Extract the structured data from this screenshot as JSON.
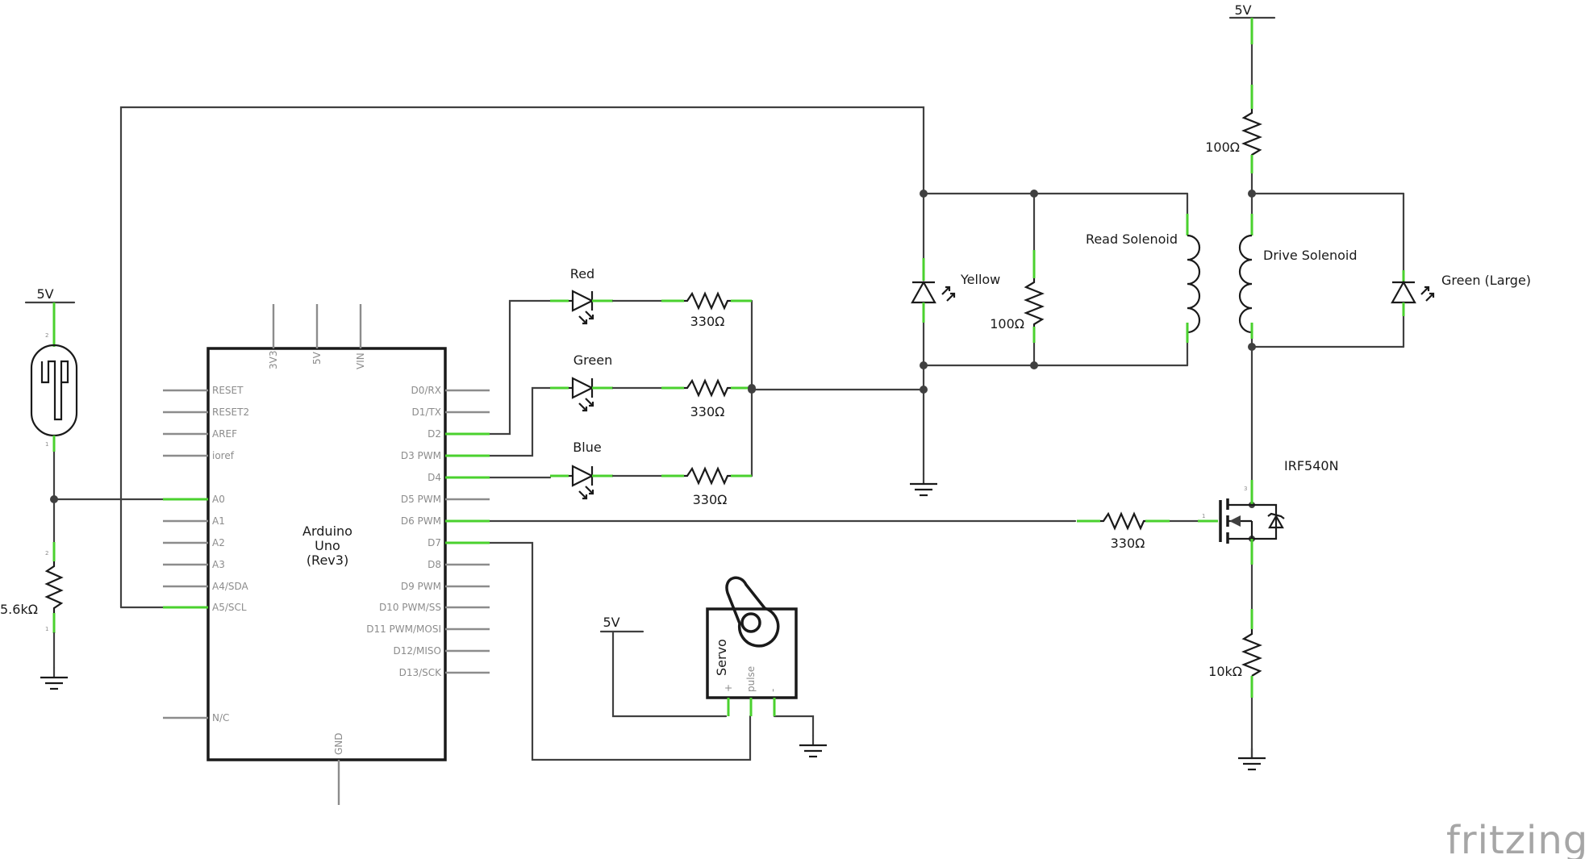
{
  "supply_5v": "5V",
  "arduino": {
    "name_lines": [
      "Arduino",
      "Uno",
      "(Rev3)"
    ],
    "top_pins": [
      "3V3",
      "5V",
      "VIN"
    ],
    "bottom_pin": "GND",
    "left_pins": [
      "RESET",
      "RESET2",
      "AREF",
      "ioref",
      "A0",
      "A1",
      "A2",
      "A3",
      "A4/SDA",
      "A5/SCL",
      "N/C"
    ],
    "right_pins": [
      "D0/RX",
      "D1/TX",
      "D2",
      "D3 PWM",
      "D4",
      "D5 PWM",
      "D6 PWM",
      "D7",
      "D8",
      "D9 PWM",
      "D10 PWM/SS",
      "D11 PWM/MOSI",
      "D12/MISO",
      "D13/SCK"
    ]
  },
  "leds": {
    "red": "Red",
    "green": "Green",
    "blue": "Blue",
    "yellow": "Yellow",
    "green_large": "Green (Large)"
  },
  "resistors": {
    "r330": "330Ω",
    "r100": "100Ω",
    "r5k6": "5.6kΩ",
    "r10k": "10kΩ"
  },
  "solenoids": {
    "read": "Read Solenoid",
    "drive": "Drive Solenoid"
  },
  "mosfet": "IRF540N",
  "servo": {
    "name": "Servo",
    "plus": "+",
    "pulse": "pulse",
    "minus": "-"
  },
  "pin_numbers": {
    "one": "1",
    "two": "2",
    "three": "3"
  },
  "brand": "fritzing"
}
